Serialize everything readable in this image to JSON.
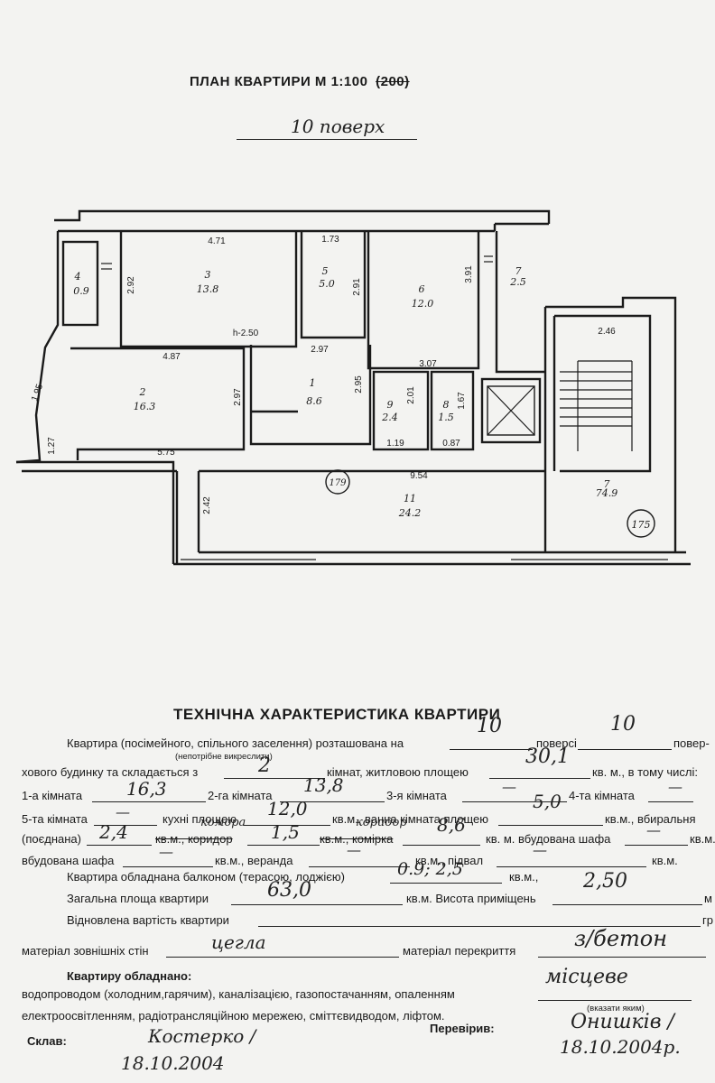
{
  "title_prefix": "ПЛАН КВАРТИРИ М 1:100",
  "title_struck": "(200)",
  "floor_label": "10 поверх",
  "rooms": [
    {
      "num": "4",
      "area": "0.9"
    },
    {
      "num": "3",
      "area": "13.8"
    },
    {
      "num": "5",
      "area": "5.0"
    },
    {
      "num": "6",
      "area": "12.0"
    },
    {
      "num": "7",
      "area": "2.5"
    },
    {
      "num": "2",
      "area": "16.3"
    },
    {
      "num": "1",
      "area": "8.6"
    },
    {
      "num": "9",
      "area": "2.4"
    },
    {
      "num": "8",
      "area": "1.5"
    },
    {
      "num": "11",
      "area": "24.2"
    },
    {
      "num": "7",
      "area": "74.9"
    }
  ],
  "dimensions": {
    "d471": "4.71",
    "d173": "1.73",
    "d292": "2.92",
    "d291": "2.91",
    "d391": "3.91",
    "d250": "h-2.50",
    "d487": "4.87",
    "d297a": "2.97",
    "d297b": "2.97",
    "d295": "2.95",
    "d307": "3.07",
    "d201": "2.01",
    "d167": "1.67",
    "d119": "1.19",
    "d087": "0.87",
    "d575": "5.75",
    "d195": "1.95",
    "d127": "1.27",
    "d954": "9.54",
    "d242": "2.42",
    "d246": "2.46"
  },
  "stamps": [
    "179",
    "175"
  ],
  "section_title": "ТЕХНІЧНА ХАРАКТЕРИСТИКА КВАРТИРИ",
  "form": {
    "l1a": "Квартира (посімейного, спільного заселення) розташована на",
    "l1_floor": "10",
    "l1b": "поверсі",
    "l1_total": "10",
    "l1c": "повер-",
    "l1_note": "(непотрібне викреслити)",
    "l2a": "хового будинку та складається з",
    "l2_rooms": "2",
    "l2b": "кімнат, житловою площею",
    "l2_living": "30,1",
    "l2c": "кв. м., в тому числі:",
    "l3a": "1-а кімната",
    "l3_r1": "16,3",
    "l3b": "2-га кімната",
    "l3_r2": "13,8",
    "l3c": "3-я кімната",
    "l3_r3": "—",
    "l3d": "4-та кімната",
    "l3_r4": "—",
    "l4a": "5-та кімната",
    "l4_r5": "—",
    "l4b": "кухні площею",
    "l4_kitchen": "12,0",
    "l4c": "кв.м., ванна кімната площею",
    "l4_bath": "5,0",
    "l4d": "кв.м., вбиральня",
    "l5a": "(поєднана)",
    "l5_wc": "2,4",
    "l5_corr_hw": "комора",
    "l5b": "кв.м., коридор",
    "l5_pantry": "1,5",
    "l5c": "кв.м., комірка",
    "l5_corr2_hw": "коридор",
    "l5_corr2": "8,6",
    "l5d": "кв. м. вбудована шафа",
    "l5_wardrobe": "—",
    "l5e": "кв.м.",
    "l6a": "вбудована шафа",
    "l6_w2": "—",
    "l6b": "кв.м., веранда",
    "l6_veranda": "—",
    "l6c": "кв.м., підвал",
    "l6_basement": "—",
    "l6d": "кв.м.",
    "l7a": "Квартира обладнана балконом (терасою, лоджією)",
    "l7_balcony": "0.9; 2,5",
    "l7b": "кв.м.,",
    "l8a": "Загальна площа квартири",
    "l8_total": "63,0",
    "l8b": "кв.м. Висота приміщень",
    "l8_height": "2,50",
    "l8c": "м",
    "l9a": "Відновлена вартість квартири",
    "l9b": "гр",
    "l10a": "матеріал зовнішніх стін",
    "l10_walls": "цегла",
    "l10b": "матеріал перекриття",
    "l10_slab": "з/бетон",
    "l11": "Квартиру обладнано:",
    "l12": "водопроводом (холодним,гарячим), каналізацією, газопостачанням, опаленням",
    "l12_heating": "місцеве",
    "l12_note": "(вказати яким)",
    "l13": "електроосвітленням, радіотрансляційною мережею, сміттєвидводом, ліфтом.",
    "l14a": "Склав:",
    "l14_compiler": "Костерко /",
    "l14_date1": "18.10.2004",
    "l14b": "Перевірив:",
    "l14_checker": "Онишків /",
    "l14_date2": "18.10.2004р."
  }
}
